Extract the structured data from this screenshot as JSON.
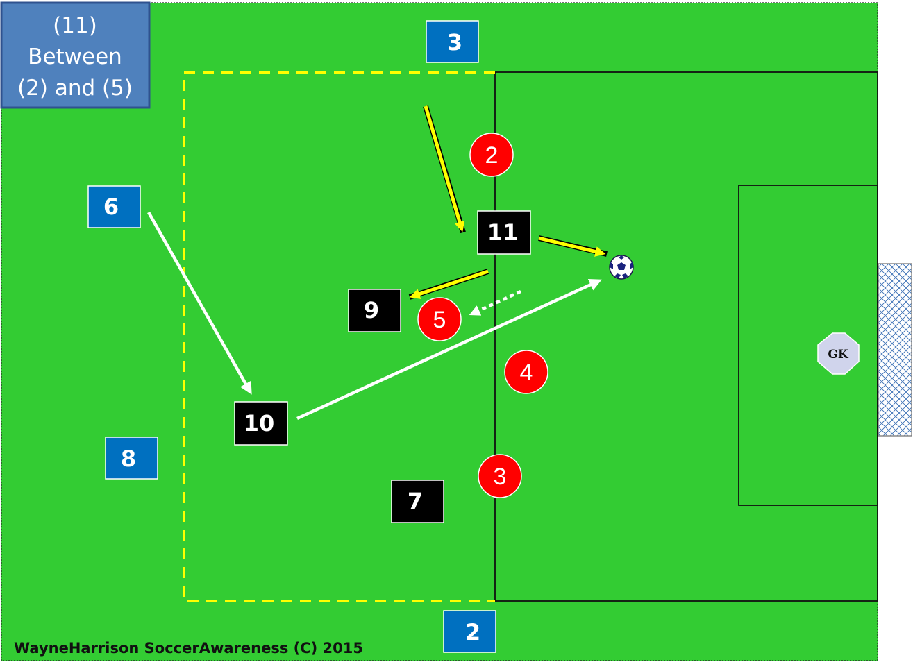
{
  "title_box": {
    "line1": "(11)",
    "line2": "Between",
    "line3": "(2) and (5)"
  },
  "credit": "WayneHarrison SoccerAwareness (C) 2015",
  "blue_players": {
    "p3": "3",
    "p6": "6",
    "p8": "8",
    "p2": "2"
  },
  "black_players": {
    "p11": "11",
    "p9": "9",
    "p10": "10",
    "p7": "7"
  },
  "red_players": {
    "p2": "2",
    "p5": "5",
    "p4": "4",
    "p3": "3"
  },
  "goalkeeper": "GK",
  "colors": {
    "pitch": "#33cc33",
    "blue_player": "#0070c0",
    "black_player": "#000000",
    "red_player": "#ff0000",
    "title_box": "#4f81bd",
    "zone": "#ffff00",
    "pass": "#ffffff",
    "run": "#ffff00"
  }
}
